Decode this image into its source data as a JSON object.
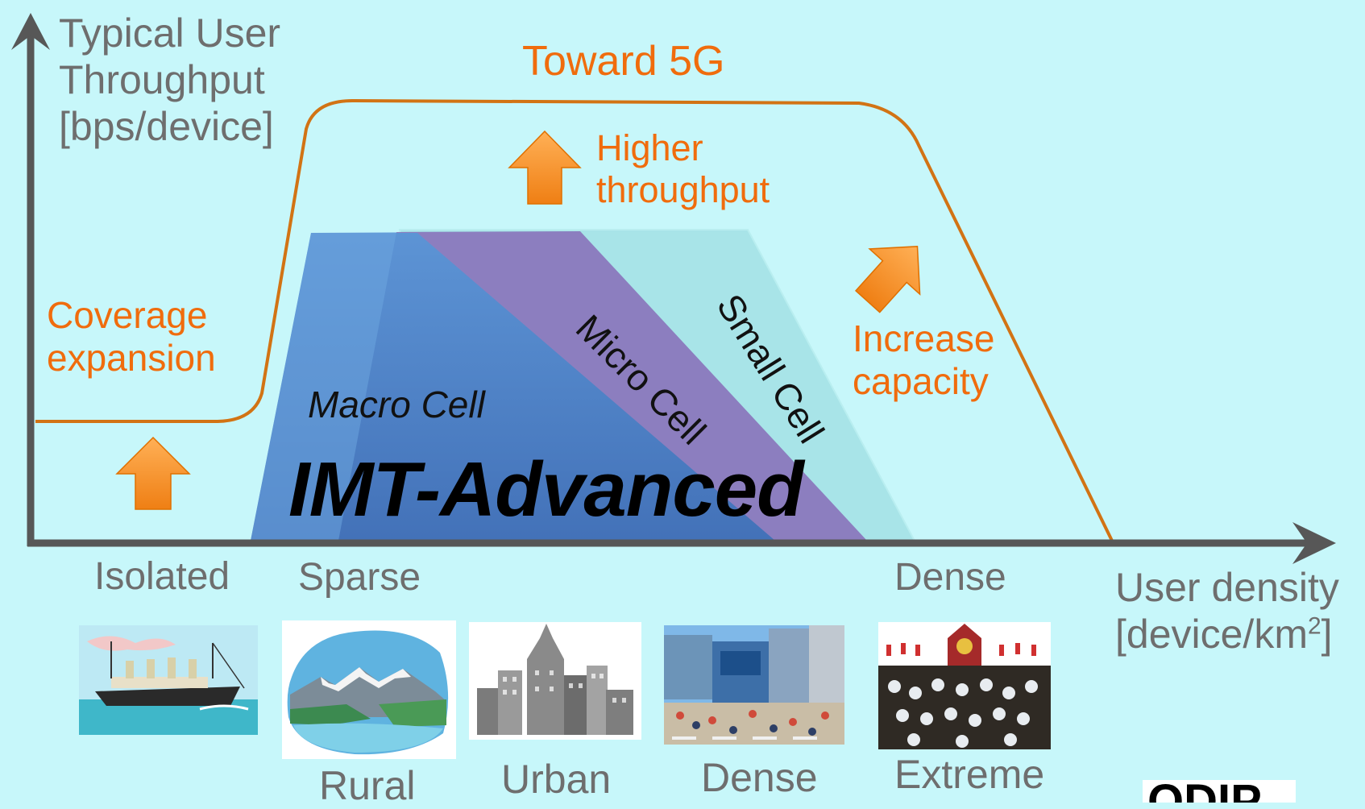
{
  "axes": {
    "y_title": [
      "Typical User",
      "Throughput",
      "[bps/device]"
    ],
    "x_title": [
      "User density",
      "[device/km",
      "2",
      "]"
    ]
  },
  "title": "Toward 5G",
  "annotations": {
    "higher_throughput": [
      "Higher",
      "throughput"
    ],
    "coverage_expansion": [
      "Coverage",
      "expansion"
    ],
    "increase_capacity": [
      "Increase",
      "capacity"
    ]
  },
  "cells": {
    "macro": "Macro Cell",
    "micro": "Micro Cell",
    "small": "Small Cell",
    "imt": "IMT-Advanced"
  },
  "density_levels": [
    "Isolated",
    "Sparse",
    "Dense"
  ],
  "scenarios": [
    "Rural",
    "Urban",
    "Dense",
    "Extreme"
  ],
  "logo": "ODIP",
  "colors": {
    "background": "#c7f7fa",
    "axis": "#575757",
    "accent_orange": "#f06c0d",
    "curve": "#d27314",
    "macro_cell": "#4a7fc7",
    "micro_cell": "#8c78bd",
    "small_cell": "#a8e4e8"
  },
  "icons": [
    "ship-image",
    "mountain-lake-image",
    "city-skyline-image",
    "crowded-crossing-image",
    "festival-crowd-image"
  ]
}
